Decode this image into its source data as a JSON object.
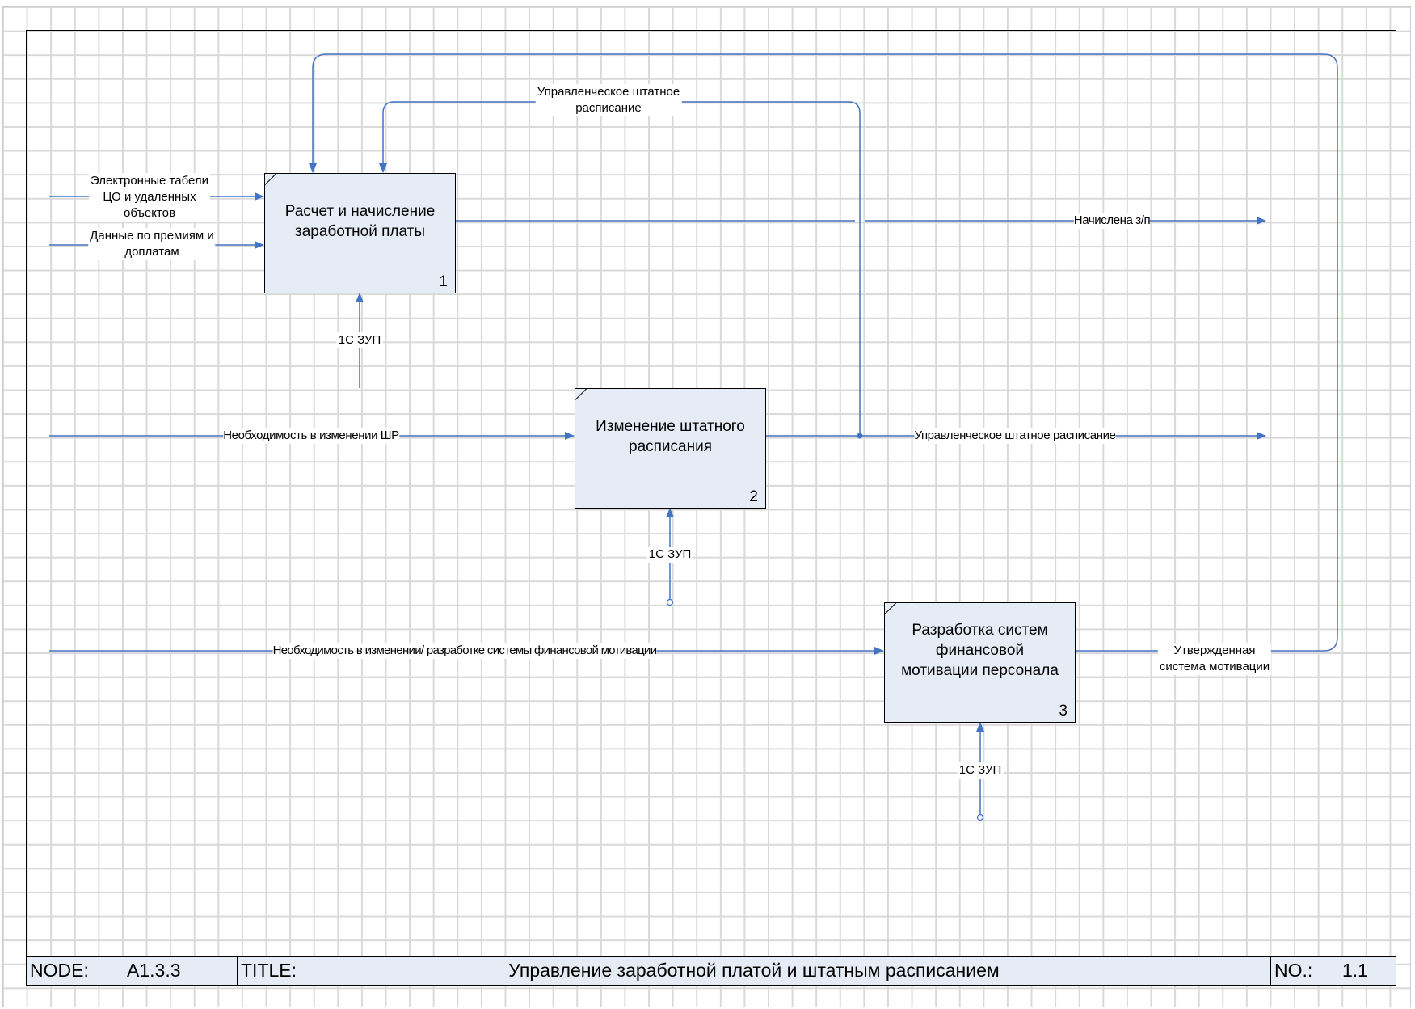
{
  "diagram": {
    "type": "IDEF0",
    "colors": {
      "arrow": "#4472c4",
      "box_fill": "#e6ecf6",
      "grid": "#d9d9d9",
      "frame": "#000000"
    },
    "boxes": [
      {
        "id": "1",
        "title": "Расчет и начисление\nзаработной платы",
        "number": "1"
      },
      {
        "id": "2",
        "title": "Изменение штатного\nрасписания",
        "number": "2"
      },
      {
        "id": "3",
        "title": "Разработка систем\nфинансовой\nмотивации персонала",
        "number": "3"
      }
    ],
    "arrows": [
      {
        "id": "in-tabels",
        "role": "input",
        "to": "1",
        "label": "Электронные табели\nЦО и удаленных\nобъектов"
      },
      {
        "id": "in-bonuses",
        "role": "input",
        "to": "1",
        "label": "Данные по премиям и\nдоплатам"
      },
      {
        "id": "ctrl-staff-schedule",
        "role": "control",
        "from": "2",
        "to": "1",
        "label": "Управленческое штатное\nрасписание"
      },
      {
        "id": "ctrl-motivation",
        "role": "control",
        "from": "3",
        "to": "1",
        "label": ""
      },
      {
        "id": "out-salary",
        "role": "output",
        "from": "1",
        "label": "Начислена з/п"
      },
      {
        "id": "mech-1",
        "role": "mechanism",
        "to": "1",
        "label": "1С ЗУП"
      },
      {
        "id": "in-change-sr",
        "role": "input",
        "to": "2",
        "label": "Необходимость в изменении ШР"
      },
      {
        "id": "out-staff-schedule",
        "role": "output",
        "from": "2",
        "label": "Управленческое штатное расписание"
      },
      {
        "id": "mech-2",
        "role": "mechanism",
        "to": "2",
        "label": "1С ЗУП"
      },
      {
        "id": "in-motivation-need",
        "role": "input",
        "to": "3",
        "label": "Необходимость в изменении/ разработке системы финансовой мотивации"
      },
      {
        "id": "out-approved-motivation",
        "role": "output",
        "from": "3",
        "label": "Утвержденная\nсистема мотивации"
      },
      {
        "id": "mech-3",
        "role": "mechanism",
        "to": "3",
        "label": "1С ЗУП"
      }
    ]
  },
  "title_block": {
    "node_key": "NODE:",
    "node_value": "A1.3.3",
    "title_key": "TITLE:",
    "title_value": "Управление заработной платой и штатным расписанием",
    "no_key": "NO.:",
    "no_value": "1.1"
  }
}
